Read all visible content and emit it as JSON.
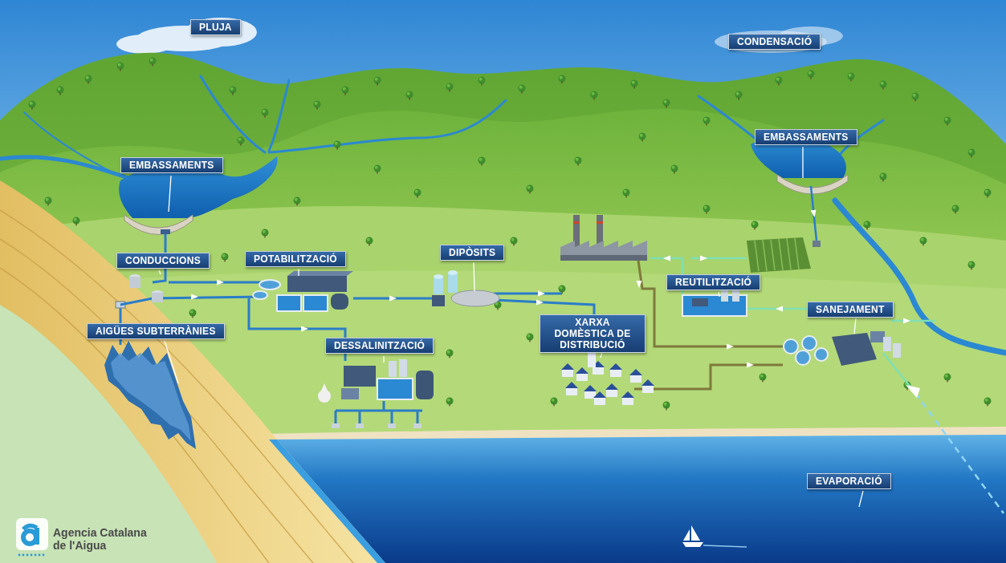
{
  "diagram": {
    "nodes": [
      {
        "text": [
          "PLUJA"
        ]
      },
      {
        "text": [
          "CONDENSACIÓ"
        ]
      },
      {
        "text": [
          "EMBASSAMENTS"
        ]
      },
      {
        "text": [
          "EMBASSAMENTS"
        ]
      },
      {
        "text": [
          "CONDUCCIONS"
        ]
      },
      {
        "text": [
          "POTABILITZACIÓ"
        ]
      },
      {
        "text": [
          "DIPÒSITS"
        ]
      },
      {
        "text": [
          "REUTILITZACIÓ"
        ]
      },
      {
        "text": [
          "AIGÜES SUBTERRÀNIES"
        ]
      },
      {
        "text": [
          "XARXA DOMÈSTICA DE DISTRIBUCIÓ"
        ]
      },
      {
        "text": [
          "SANEJAMENT"
        ]
      },
      {
        "text": [
          "DESSALINITZACIÓ"
        ]
      },
      {
        "text": [
          "EVAPORACIÓ"
        ]
      }
    ],
    "labels": [
      "Agencia Catalana de l'Aigua"
    ]
  }
}
